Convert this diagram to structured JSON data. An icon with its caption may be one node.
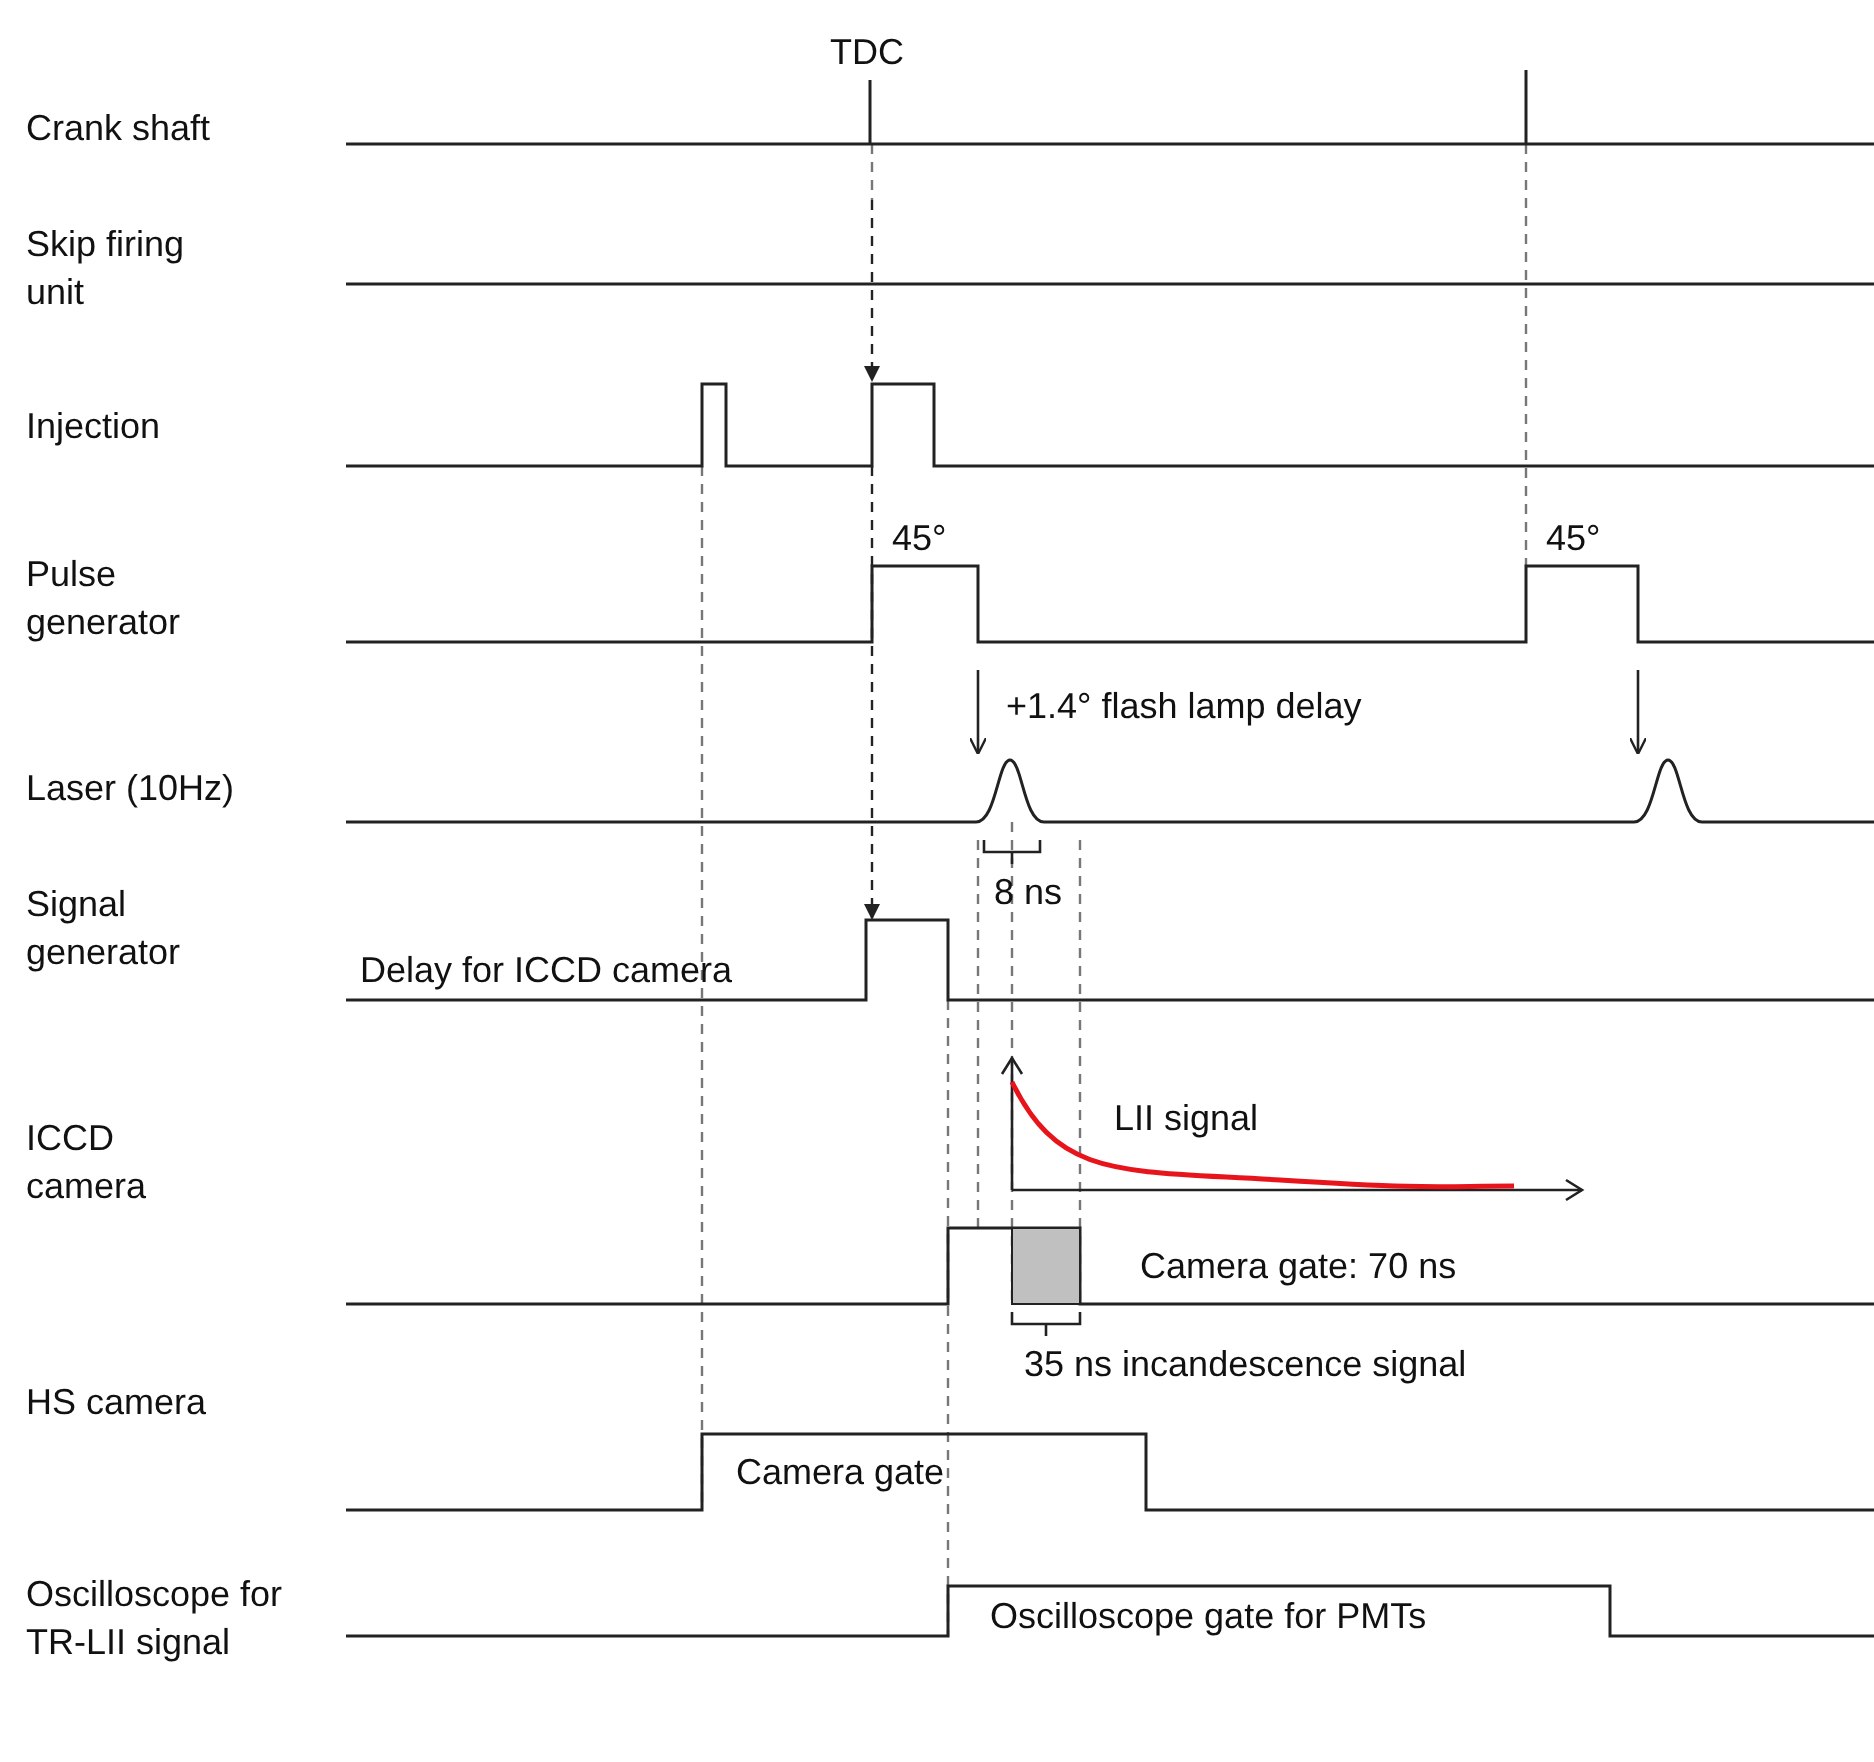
{
  "diagram": {
    "labels": [
      "TDC",
      "Crank shaft",
      "Skip firing unit",
      "Injection",
      "45°",
      "45°",
      "Pulse generator",
      "+1.4° flash lamp delay",
      "Laser (10Hz)",
      "8 ns",
      "Signal generator",
      "Delay for ICCD camera",
      "LII signal",
      "ICCD camera",
      "Camera gate: 70 ns",
      "35 ns incandescence signal",
      "HS camera",
      "Camera gate",
      "Oscilloscope for TR-LII signal",
      "Oscilloscope gate for PMTs"
    ]
  }
}
